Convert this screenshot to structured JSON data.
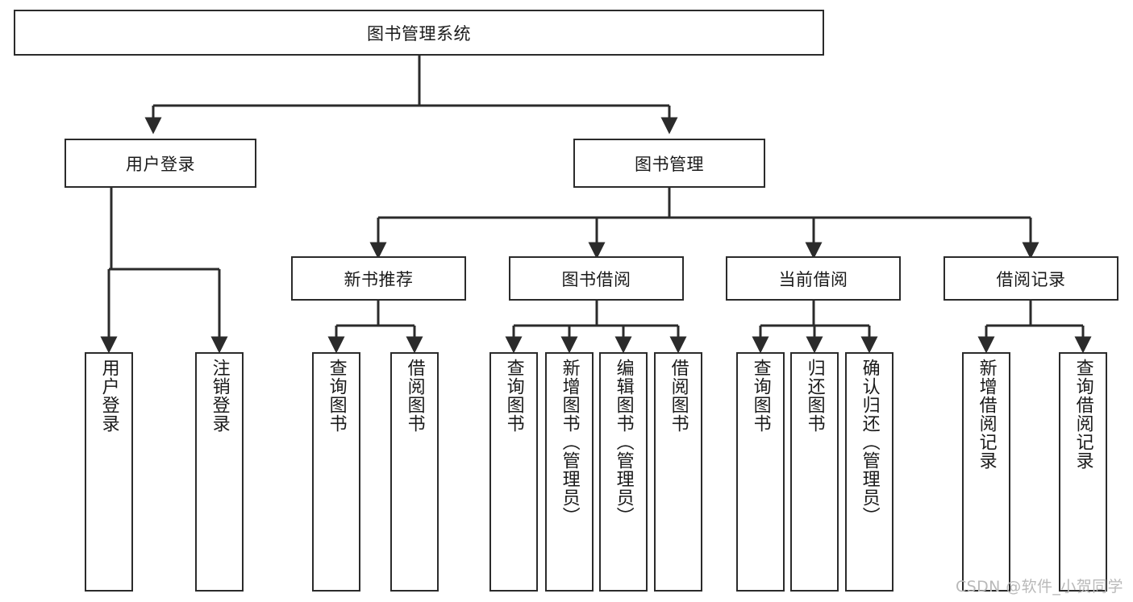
{
  "diagram": {
    "title": "图书管理系统",
    "type": "tree-hierarchy-chart",
    "root": {
      "label": "图书管理系统"
    },
    "level2": [
      {
        "label": "用户登录"
      },
      {
        "label": "图书管理"
      }
    ],
    "level3": [
      {
        "label": "新书推荐"
      },
      {
        "label": "图书借阅"
      },
      {
        "label": "当前借阅"
      },
      {
        "label": "借阅记录"
      }
    ],
    "leaves_user_login": [
      {
        "label": "用户登录"
      },
      {
        "label": "注销登录"
      }
    ],
    "leaves_new_book": [
      {
        "label": "查询图书"
      },
      {
        "label": "借阅图书"
      }
    ],
    "leaves_borrow": [
      {
        "label": "查询图书"
      },
      {
        "label": "新增图书（管理员）"
      },
      {
        "label": "编辑图书（管理员）"
      },
      {
        "label": "借阅图书"
      }
    ],
    "leaves_current": [
      {
        "label": "查询图书"
      },
      {
        "label": "归还图书"
      },
      {
        "label": "确认归还（管理员）"
      }
    ],
    "leaves_record": [
      {
        "label": "新增借阅记录"
      },
      {
        "label": "查询借阅记录"
      }
    ]
  },
  "watermark": {
    "text": "CSDN @软件_小贺同学"
  },
  "colors": {
    "stroke": "#2b2b2b",
    "background": "#ffffff",
    "text": "#1a1a1a",
    "watermark": "#b9b9b9"
  }
}
